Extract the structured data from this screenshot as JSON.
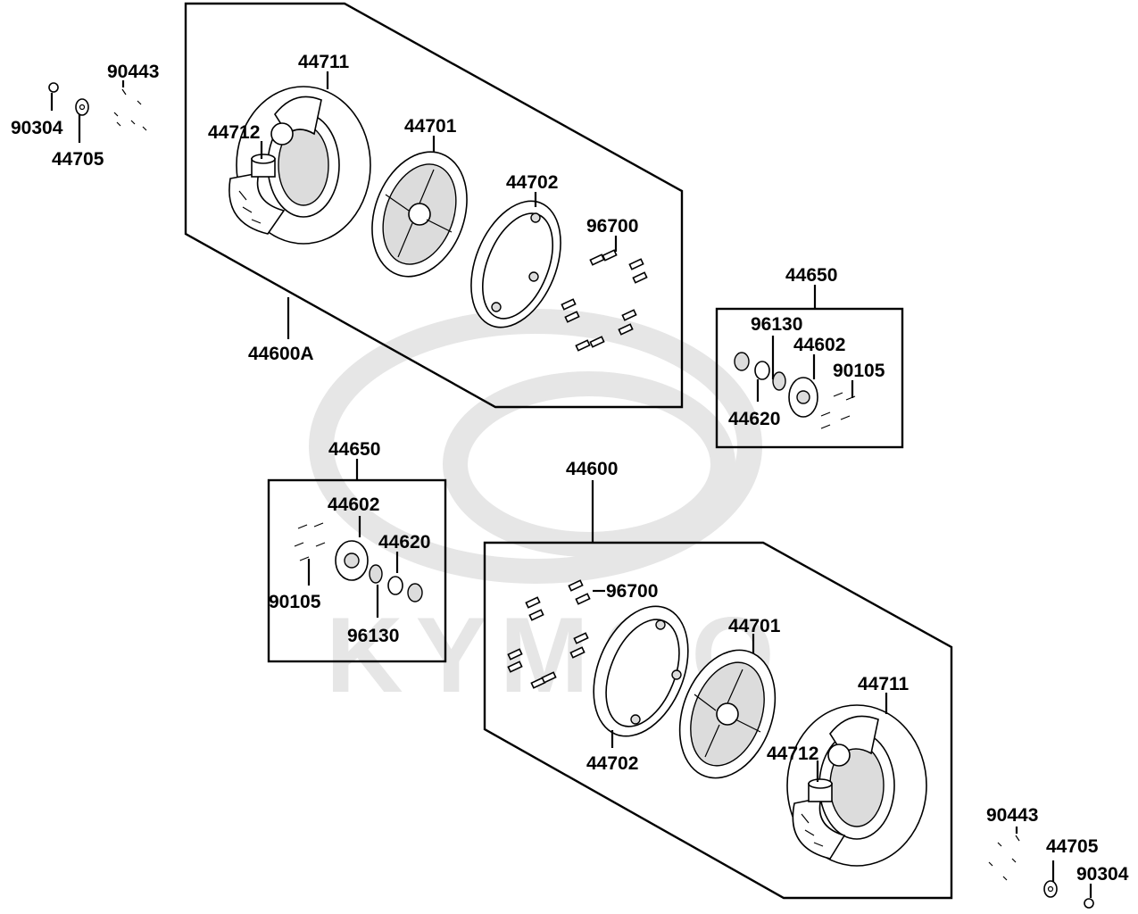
{
  "watermark": {
    "brand": "KYMCO"
  },
  "assemblies": {
    "upper": {
      "assembly": "44600A",
      "tire": "44711",
      "valve": "44712",
      "wheel": "44701",
      "rim": "44702",
      "bolts": "96700"
    },
    "lower": {
      "assembly": "44600",
      "tire": "44711",
      "valve": "44712",
      "wheel": "44701",
      "rim": "44702",
      "bolts": "96700"
    }
  },
  "hubs": {
    "right": {
      "assembly": "44650",
      "bearing": "96130",
      "hub": "44602",
      "collar": "44620",
      "bolts": "90105"
    },
    "left": {
      "assembly": "44650",
      "bearing": "96130",
      "hub": "44602",
      "collar": "44620",
      "bolts": "90105"
    }
  },
  "loose_parts": {
    "top_left": {
      "nut": "90304",
      "washer": "44705",
      "pins": "90443"
    },
    "bottom_right": {
      "nut": "90304",
      "washer": "44705",
      "pins": "90443"
    }
  }
}
